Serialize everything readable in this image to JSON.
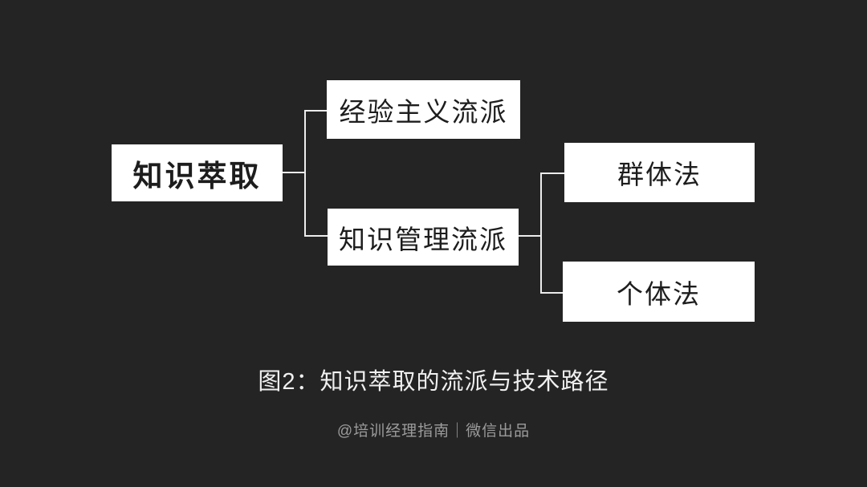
{
  "diagram": {
    "root": {
      "label": "知识萃取"
    },
    "branches": [
      {
        "label": "经验主义流派",
        "children": []
      },
      {
        "label": "知识管理流派",
        "children": [
          {
            "label": "群体法"
          },
          {
            "label": "个体法"
          }
        ]
      }
    ]
  },
  "caption": "图2：知识萃取的流派与技术路径",
  "footer": "@培训经理指南｜微信出品",
  "colors": {
    "background": "#242424",
    "node_fill": "#ffffff",
    "node_text": "#1d1d1d",
    "connector": "#ececec",
    "caption_text": "#f0f0f0",
    "footer_text": "#9b9b9b"
  }
}
